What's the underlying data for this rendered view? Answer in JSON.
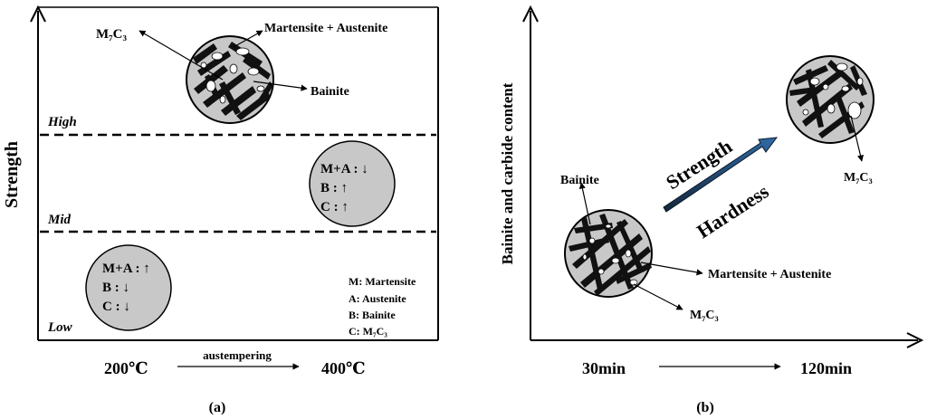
{
  "panel_a": {
    "axis_label_y": "Strength",
    "level_high": "High",
    "level_mid": "Mid",
    "level_low": "Low",
    "micro_labels": {
      "m7c3": "M₇C₃",
      "martensite_austenite": "Martensite + Austenite",
      "bainite": "Bainite"
    },
    "circle_mid": {
      "line1": "M+A : ↓",
      "line2": "B : ↑",
      "line3": "C : ↑"
    },
    "circle_low": {
      "line1": "M+A : ↑",
      "line2": "B : ↓",
      "line3": "C : ↓"
    },
    "legend": {
      "m": "M: Martensite",
      "a": "A: Austenite",
      "b": "B: Bainite",
      "c": "C: M₇C₃"
    },
    "x_start": "200℃",
    "x_end": "400℃",
    "x_process": "austempering",
    "caption": "(a)"
  },
  "panel_b": {
    "axis_label_y": "Bainite and carbide content",
    "bainite": "Bainite",
    "martensite_austenite": "Martensite + Austenite",
    "m7c3_left": "M₇C₃",
    "m7c3_right": "M₇C₃",
    "strength": "Strength",
    "hardness": "Hardness",
    "x_start": "30min",
    "x_end": "120min",
    "caption": "(b)"
  },
  "colors": {
    "circle_fill": "#c8c8c8",
    "arrow_dark": "#1f3b5c",
    "arrow_light": "#2e6aa3"
  }
}
